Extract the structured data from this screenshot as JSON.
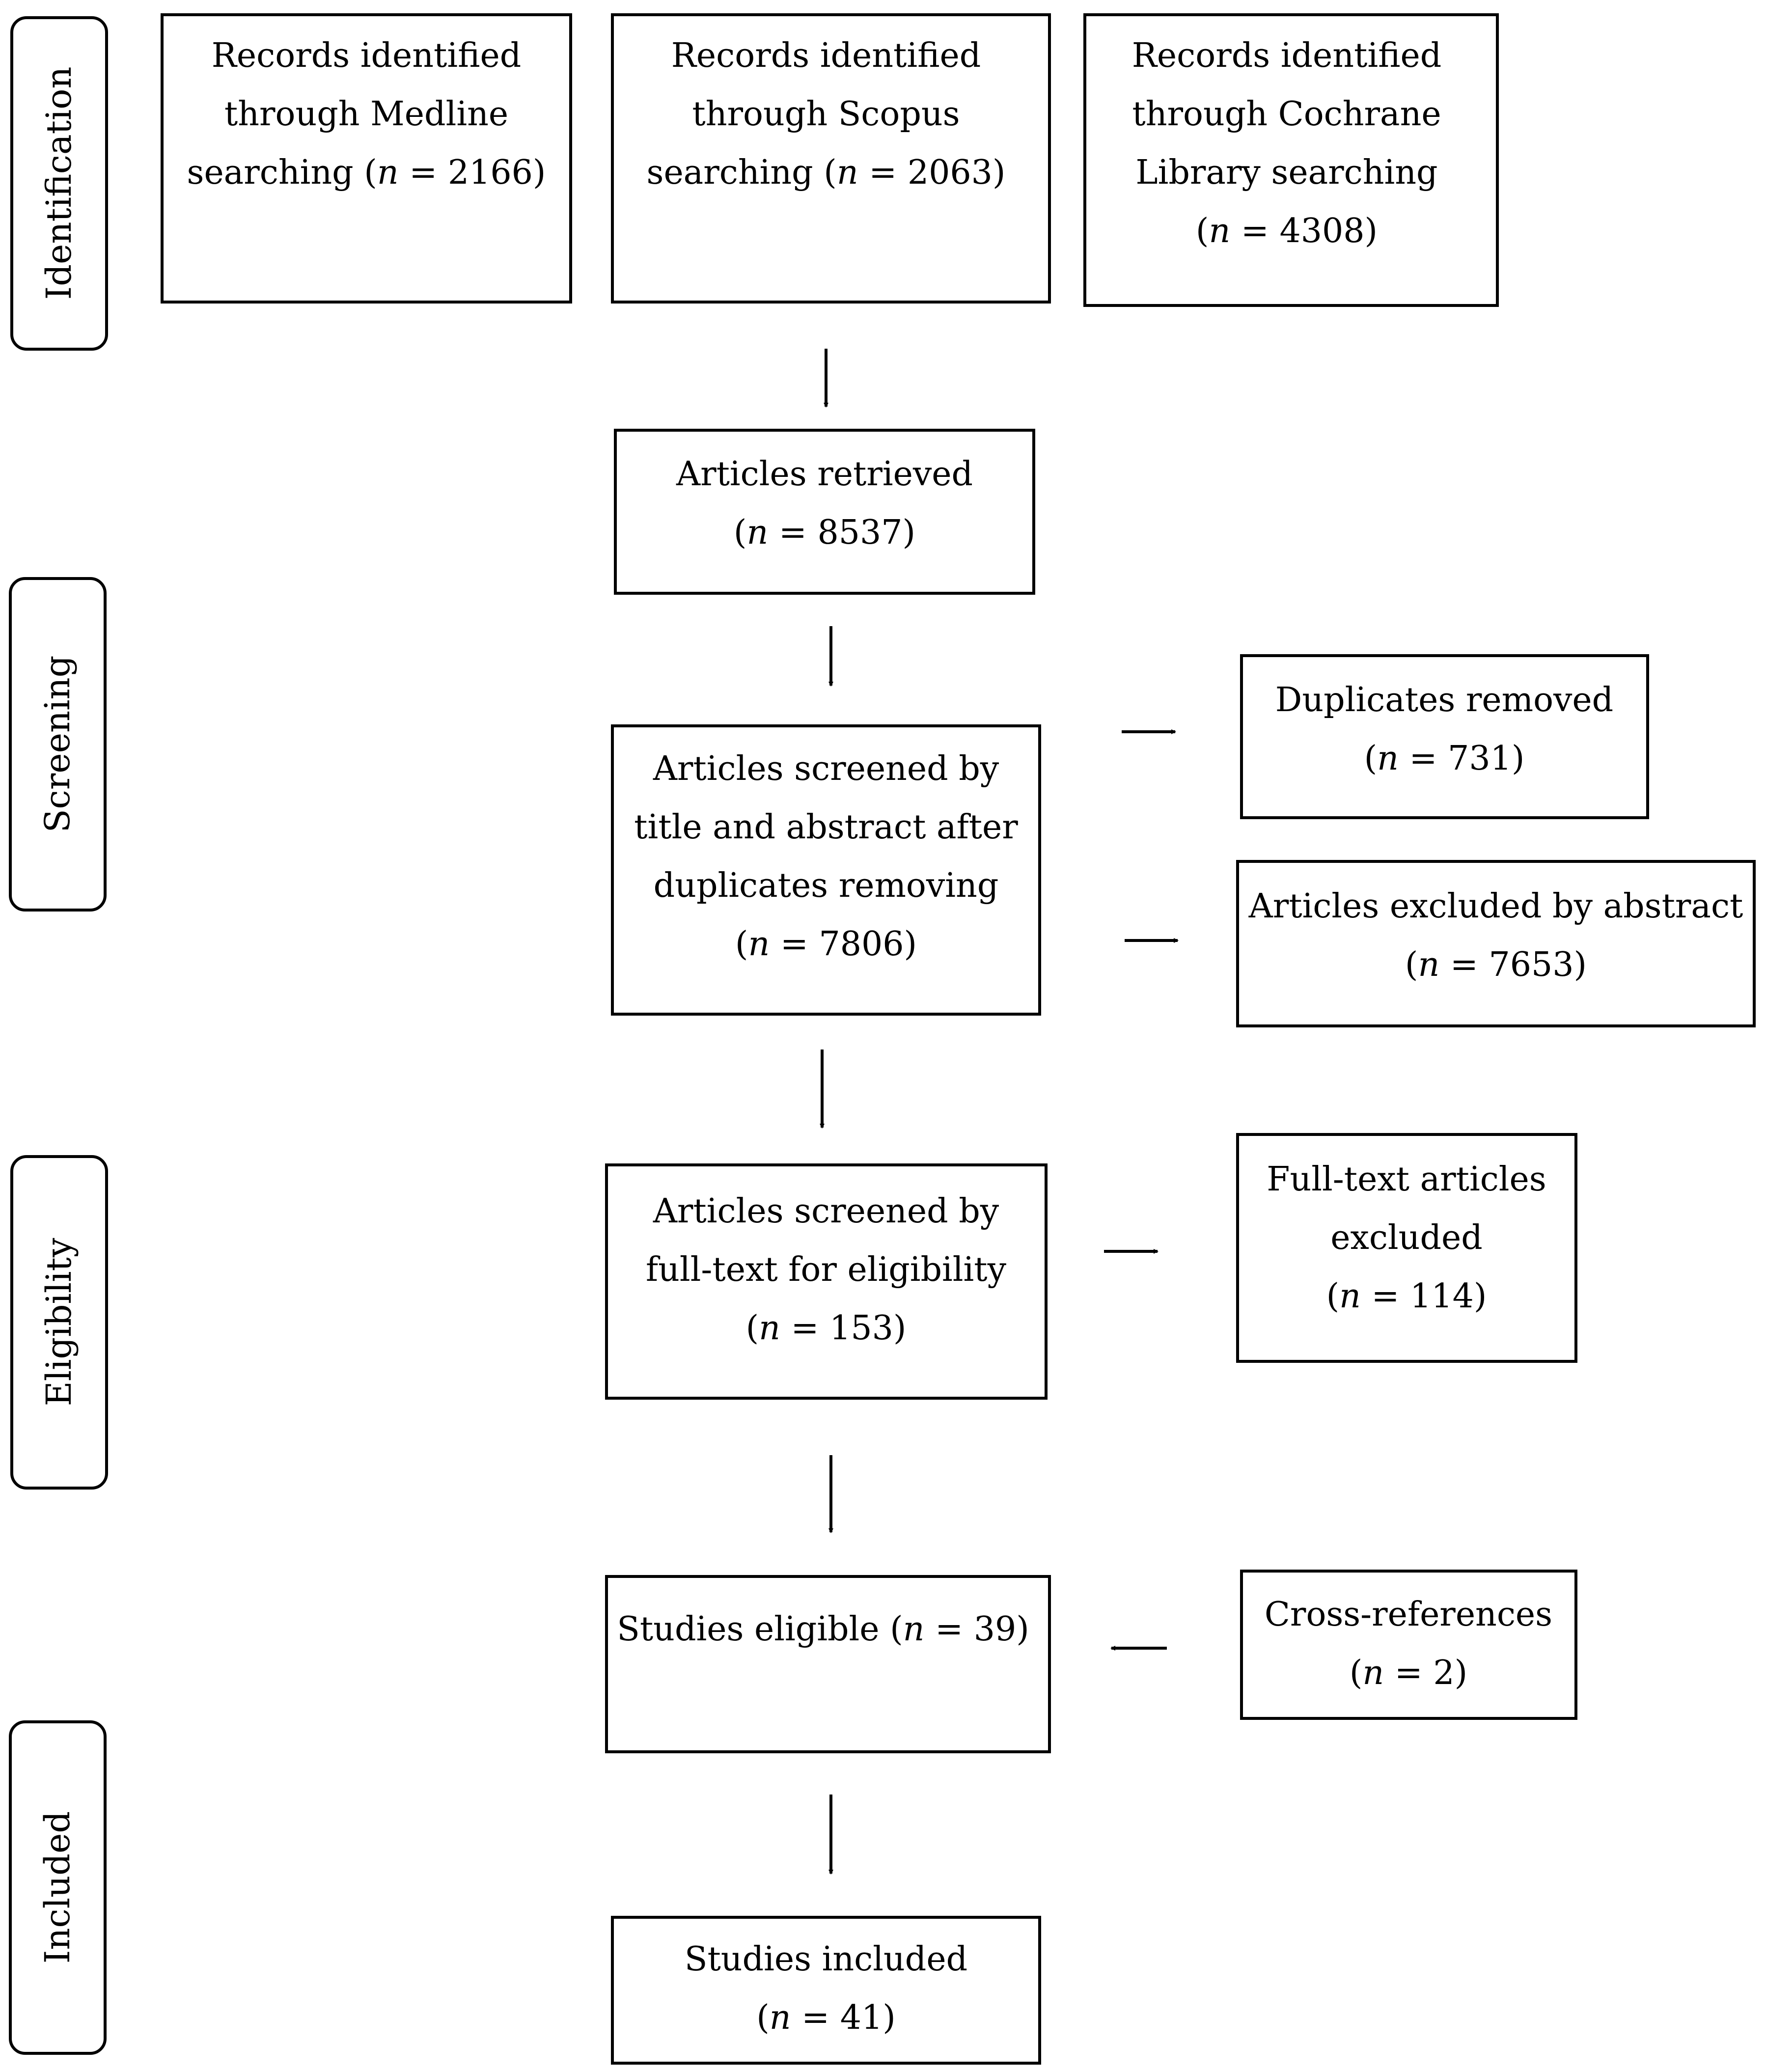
{
  "stages": {
    "identification": "Identification",
    "screening": "Screening",
    "eligibility": "Eligibility",
    "included": "Included"
  },
  "boxes": {
    "medline": {
      "lines": [
        "Records identified",
        "through Medline"
      ],
      "prefix": "searching (",
      "count": "2166"
    },
    "scopus": {
      "lines": [
        "Records identified",
        "through Scopus"
      ],
      "prefix": "searching (",
      "count": "2063"
    },
    "cochrane": {
      "lines": [
        "Records identified",
        "through Cochrane",
        "Library searching"
      ],
      "prefix": "(",
      "count": "4308"
    },
    "retrieved": {
      "lines": [
        "Articles retrieved"
      ],
      "prefix": "(",
      "count": "8537"
    },
    "duplicates": {
      "lines": [
        "Duplicates removed"
      ],
      "prefix": "(",
      "count": "731"
    },
    "screened_title": {
      "lines": [
        "Articles screened by",
        "title and abstract after",
        "duplicates removing"
      ],
      "prefix": "(",
      "count": "7806"
    },
    "excluded_abstract": {
      "lines": [
        "Articles excluded by abstract"
      ],
      "prefix": "(",
      "count": "7653"
    },
    "screened_fulltext": {
      "lines": [
        "Articles screened by",
        "full-text for eligibility"
      ],
      "prefix": "(",
      "count": "153"
    },
    "fulltext_excluded": {
      "lines": [
        "Full-text articles",
        "excluded"
      ],
      "prefix": "(",
      "count": "114"
    },
    "eligible": {
      "lines": [],
      "prefix": "Studies eligible (",
      "count": "39"
    },
    "cross_references": {
      "lines": [
        "Cross-references"
      ],
      "prefix": "(",
      "count": "2"
    },
    "included": {
      "lines": [
        "Studies included"
      ],
      "prefix": "(",
      "count": "41"
    }
  },
  "n_symbol": "n",
  "equals": " = ",
  "close": ")"
}
